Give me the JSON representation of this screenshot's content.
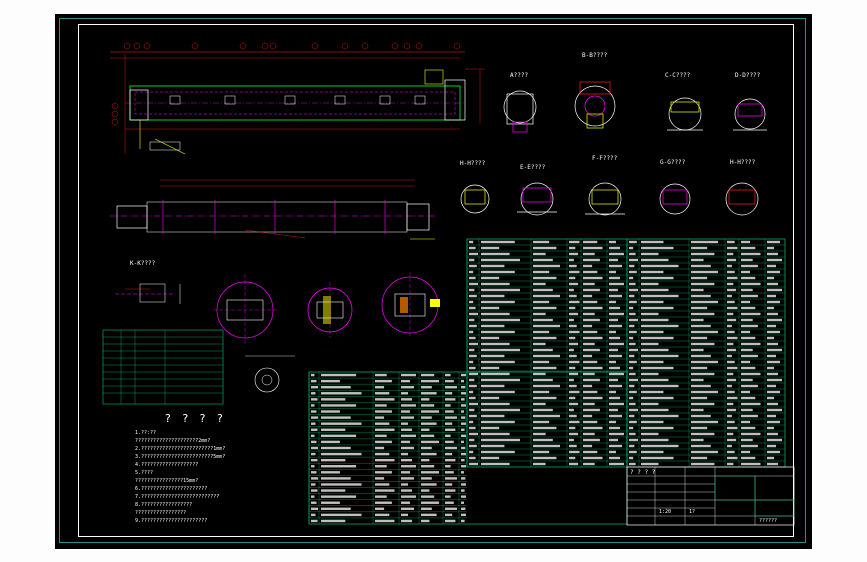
{
  "colors": {
    "background": "#000000",
    "frame": "#ffffff",
    "border_cyan": "#2e8b8b",
    "table_green": "#00c070",
    "table_text": "#ffffff",
    "dim_red": "#ff2020",
    "centerline_magenta": "#ff00ff",
    "drawing_green": "#00ff40",
    "drawing_cyan": "#00ffff",
    "drawing_yellow": "#ffff00"
  },
  "views": {
    "a_label": "A????",
    "b_label": "B-B????",
    "c_label": "C-C????",
    "d_label": "D-D????",
    "e_label": "E-E????",
    "f_label": "F-F????",
    "g_label": "G-G????",
    "h_label": "H-H????",
    "hh_label": "H-H????",
    "k_label": "K-K????"
  },
  "notes": {
    "title": "? ? ? ?",
    "lines": [
      "1.??:??",
      "  ?????????????????????2mm?",
      "2.????????????????????????1mm?",
      "3.????????????????????????5mm?",
      "4.???????????????????",
      "5.????",
      "  ????????????????15mm?",
      "6.??????????????????????",
      "7.??????????????????????????",
      "8.?????????????????",
      "  ?????????????????",
      "9.??????????????????????"
    ]
  },
  "title_block": {
    "row_label": "? ? ? ?",
    "scale": "1:20",
    "sheet": "1?",
    "company": "??????"
  }
}
